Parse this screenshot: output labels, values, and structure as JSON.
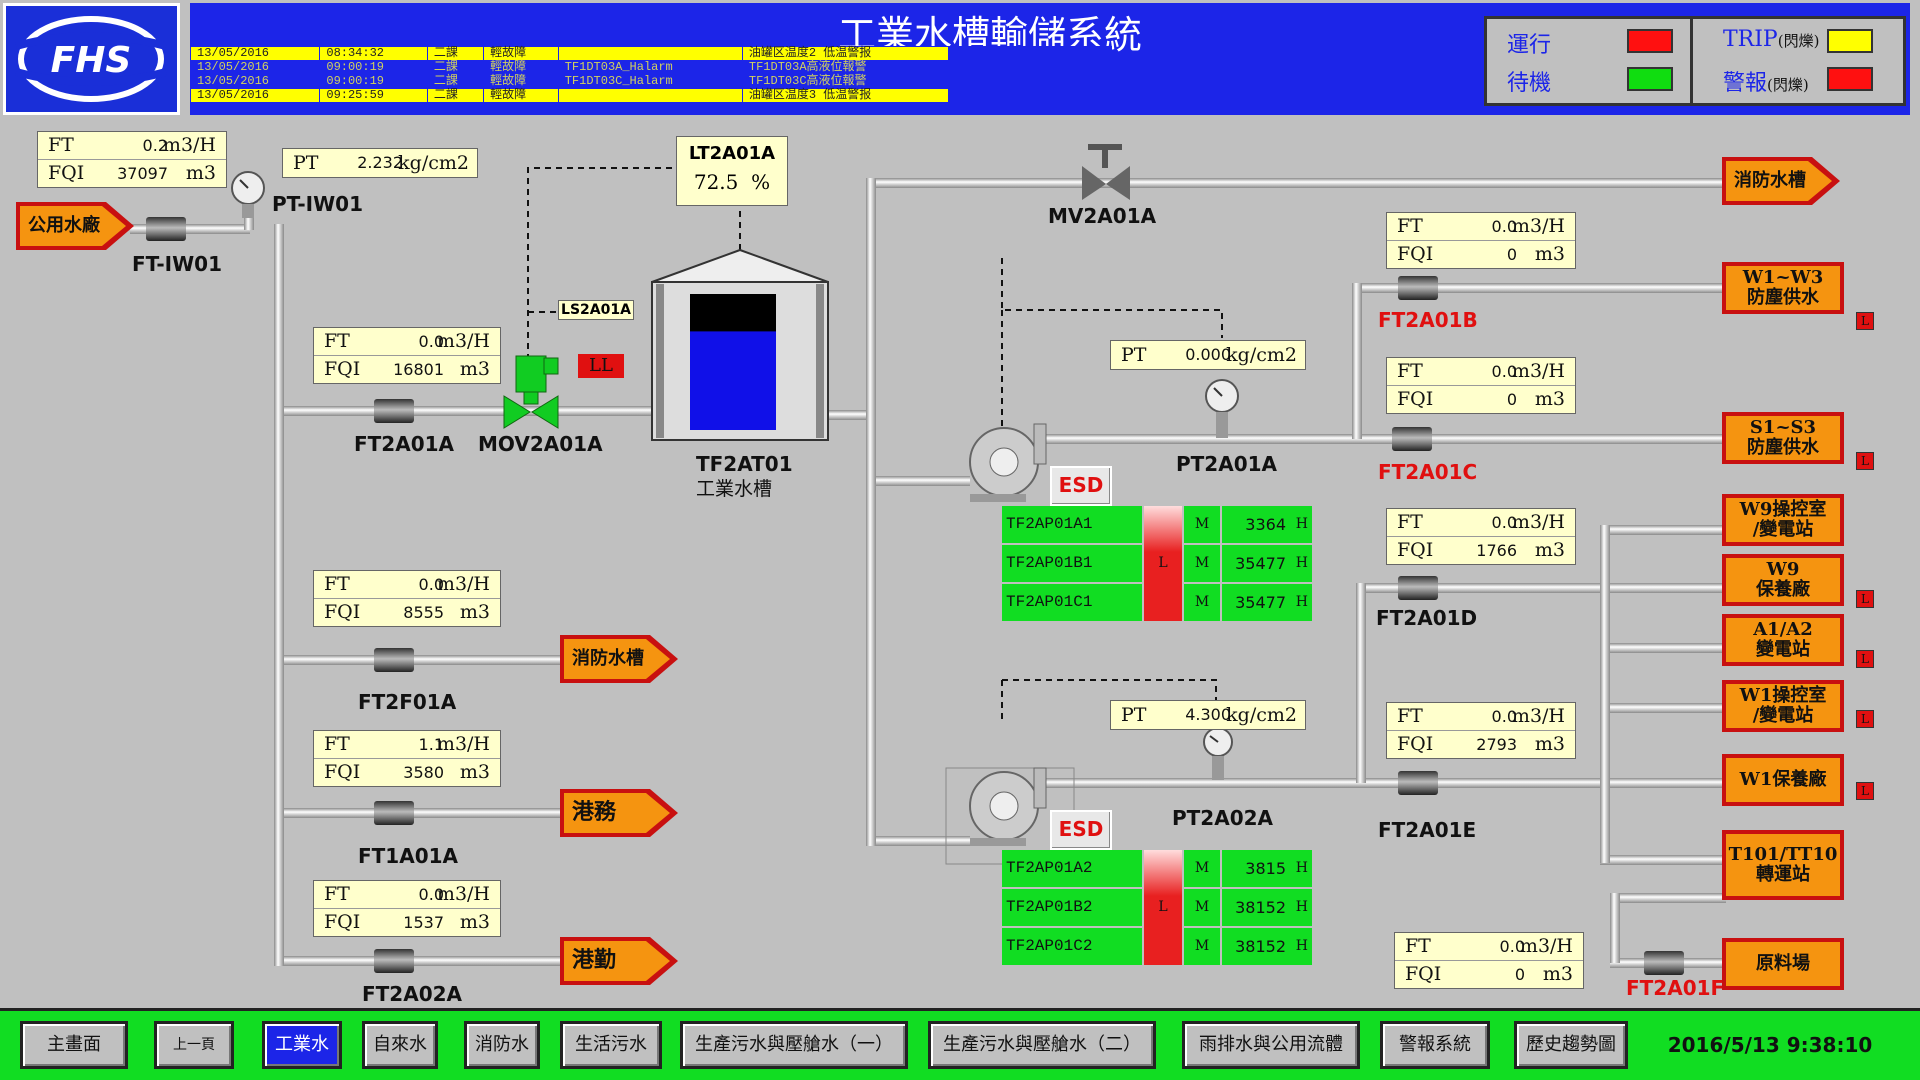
{
  "header": {
    "logo_text": "FHS",
    "title": "工業水槽輸儲系統",
    "alarms": [
      {
        "date": "13/05/2016",
        "time": "08:34:32",
        "unit": "二課",
        "level": "輕故障",
        "tag": "",
        "desc": "油罐区温度2 低温警报",
        "style": "yellow"
      },
      {
        "date": "13/05/2016",
        "time": "09:00:19",
        "unit": "二課",
        "level": "輕故障",
        "tag": "TF1DT03A_Halarm",
        "desc": "TF1DT03A高液位報警",
        "style": "blue"
      },
      {
        "date": "13/05/2016",
        "time": "09:00:19",
        "unit": "二課",
        "level": "輕故障",
        "tag": "TF1DT03C_Halarm",
        "desc": "TF1DT03C高液位報警",
        "style": "blue"
      },
      {
        "date": "13/05/2016",
        "time": "09:25:59",
        "unit": "二課",
        "level": "輕故障",
        "tag": "",
        "desc": "油罐区温度3 低温警报",
        "style": "yellow"
      }
    ],
    "legend": {
      "run": "運行",
      "standby": "待機",
      "trip": "TRIP",
      "alarm": "警報",
      "blink": "(閃爍)",
      "colors": {
        "run": "#ff1010",
        "standby": "#10dd10",
        "trip": "#ffff00",
        "alarm": "#ff1010"
      }
    }
  },
  "flow": {
    "ftiw01": {
      "ft": "0.2",
      "fqi": "37097"
    },
    "ft2a01a": {
      "ft": "0.0",
      "fqi": "16801"
    },
    "ft2f01a": {
      "ft": "0.0",
      "fqi": "8555"
    },
    "ft1a01a": {
      "ft": "1.1",
      "fqi": "3580"
    },
    "ft2a02a": {
      "ft": "0.0",
      "fqi": "1537"
    },
    "ft2a01b": {
      "ft": "0.0",
      "fqi": "0"
    },
    "ft2a01c": {
      "ft": "0.0",
      "fqi": "0"
    },
    "ft2a01d": {
      "ft": "0.0",
      "fqi": "1766"
    },
    "ft2a01e": {
      "ft": "0.0",
      "fqi": "2793"
    },
    "ft2a01f": {
      "ft": "0.0",
      "fqi": "0"
    }
  },
  "labels": {
    "ft": "FT",
    "fqi": "FQI",
    "pt": "PT",
    "flow_unit": "m3/H",
    "total_unit": "m3",
    "press_unit": "kg/cm2"
  },
  "pressure": {
    "ptiw01": "2.232",
    "pt2a01a": "0.000",
    "pt2a02a": "4.300"
  },
  "level": {
    "tag": "LT2A01A",
    "value": "72.5",
    "unit": "%",
    "fill_pct": 72.5
  },
  "tags": {
    "ptiw01": "PT-IW01",
    "ftiw01": "FT-IW01",
    "ft2a01a": "FT2A01A",
    "mov": "MOV2A01A",
    "ls": "LS2A01A",
    "ll": "LL",
    "tank": "TF2AT01",
    "tank_sub": "工業水槽",
    "mv": "MV2A01A",
    "pt2a01a": "PT2A01A",
    "pt2a02a": "PT2A02A",
    "ft2f01a": "FT2F01A",
    "ft1a01a": "FT1A01A",
    "ft2a02a": "FT2A02A",
    "ft2a01b": "FT2A01B",
    "ft2a01c": "FT2A01C",
    "ft2a01d": "FT2A01D",
    "ft2a01e": "FT2A01E",
    "ft2a01f": "FT2A01F",
    "esd": "ESD"
  },
  "destinations": {
    "source": "公用水廠",
    "fire_top": "消防水槽",
    "fire_mid": "消防水槽",
    "port": "港務",
    "harbor": "港勤",
    "w1w3": "W1~W3\n防塵供水",
    "s1s3": "S1~S3\n防塵供水",
    "w9ctrl": "W9操控室\n/變電站",
    "w9maint": "W9\n保養廠",
    "a1a2": "A1/A2\n變電站",
    "w1ctrl": "W1操控室\n/變電站",
    "w1maint": "W1保養廠",
    "t101": "T101/TT10\n轉運站",
    "raw": "原料場",
    "l_mark": "L"
  },
  "pumps": {
    "group1": {
      "status": "L",
      "rows": [
        {
          "name": "TF2AP01A1",
          "mode": "M",
          "value": "3364",
          "flag": "H"
        },
        {
          "name": "TF2AP01B1",
          "mode": "M",
          "value": "35477",
          "flag": "H"
        },
        {
          "name": "TF2AP01C1",
          "mode": "M",
          "value": "35477",
          "flag": "H"
        }
      ]
    },
    "group2": {
      "status": "L",
      "rows": [
        {
          "name": "TF2AP01A2",
          "mode": "M",
          "value": "3815",
          "flag": "H"
        },
        {
          "name": "TF2AP01B2",
          "mode": "M",
          "value": "38152",
          "flag": "H"
        },
        {
          "name": "TF2AP01C2",
          "mode": "M",
          "value": "38152",
          "flag": "H"
        }
      ]
    }
  },
  "footer": {
    "nav": [
      "主畫面",
      "上一頁",
      "工業水",
      "自來水",
      "消防水",
      "生活污水",
      "生產污水與壓艙水（一）",
      "生產污水與壓艙水（二）",
      "雨排水與公用流體",
      "警報系統",
      "歷史趨勢圖"
    ],
    "active_index": 2,
    "datetime": "2016/5/13 9:38:10"
  }
}
